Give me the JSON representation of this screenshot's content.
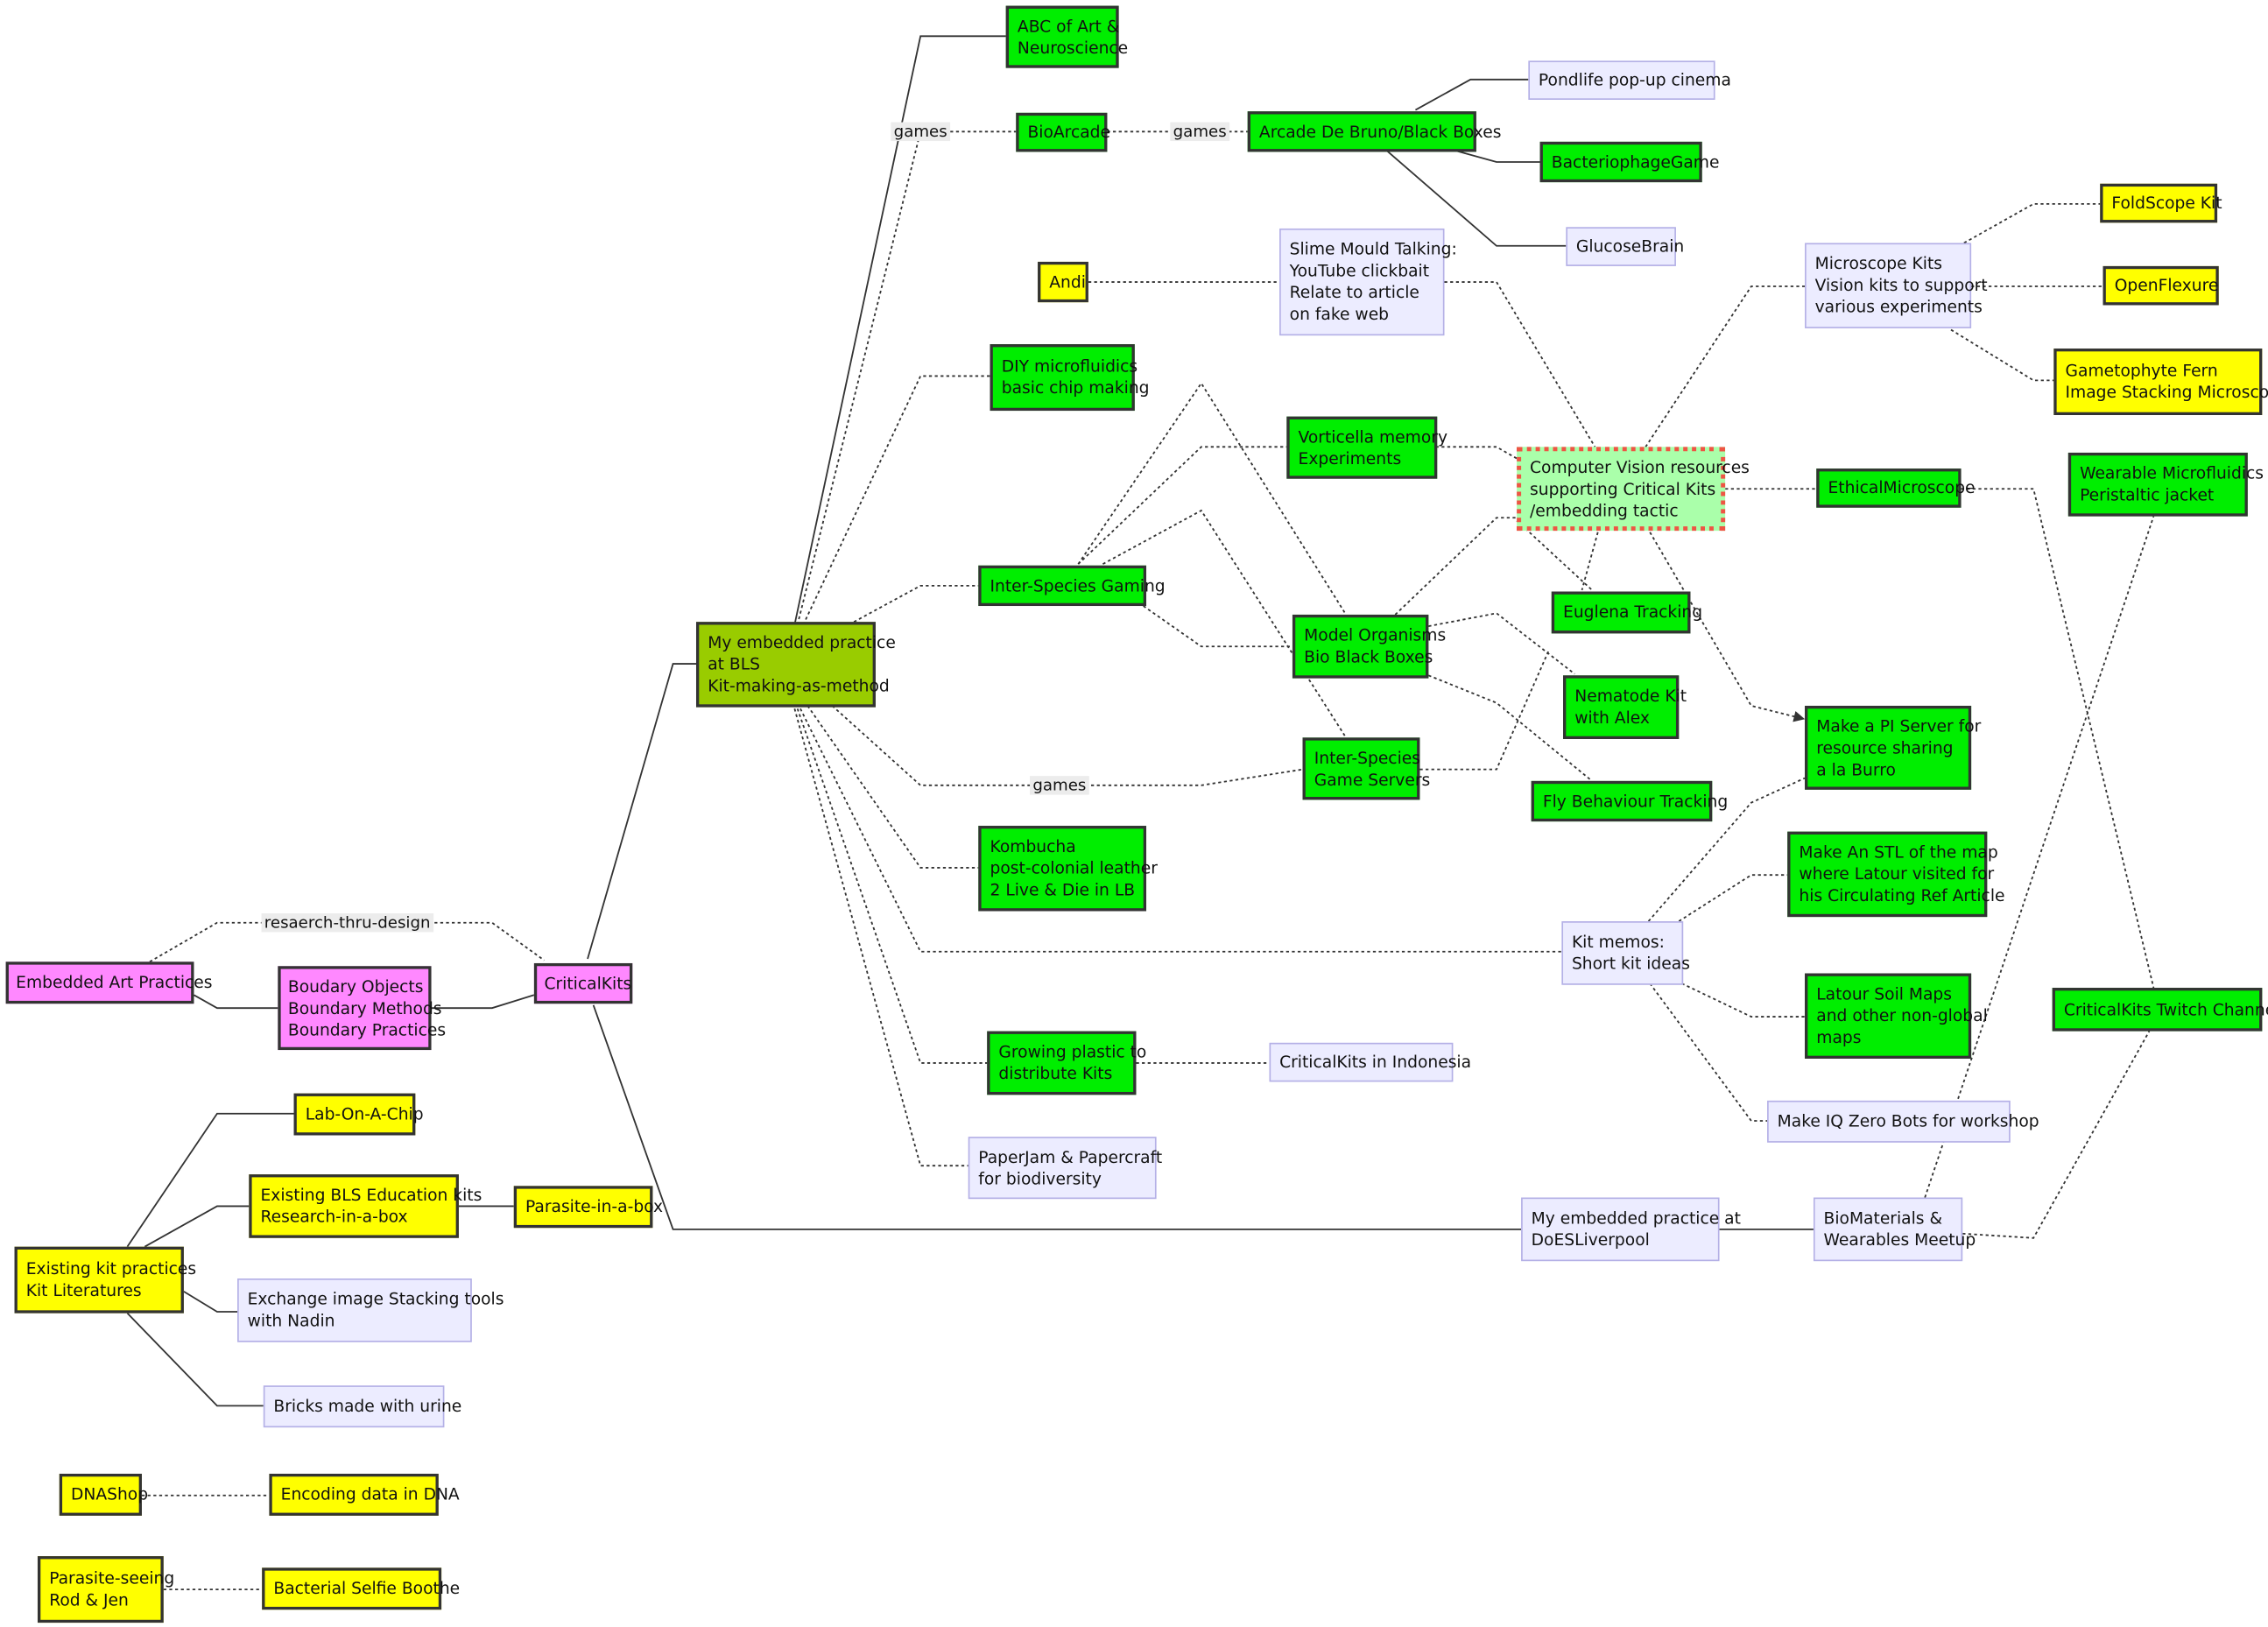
{
  "nodes": [
    {
      "id": "embedded-art",
      "label": "Embedded Art Practices",
      "style": "pink"
    },
    {
      "id": "boundary",
      "label": "Boudary Objects\nBoundary Methods\nBoundary Practices",
      "style": "pink"
    },
    {
      "id": "criticalkits",
      "label": "CriticalKits",
      "style": "pink"
    },
    {
      "id": "bls",
      "label": "My embedded practice\nat BLS\nKit-making-as-method",
      "style": "olive"
    },
    {
      "id": "abc",
      "label": "ABC of Art &\nNeuroscience",
      "style": "green"
    },
    {
      "id": "bioarcade",
      "label": "BioArcade",
      "style": "green"
    },
    {
      "id": "arcade",
      "label": "Arcade De Bruno/Black Boxes",
      "style": "green"
    },
    {
      "id": "pondlife",
      "label": "Pondlife pop-up cinema",
      "style": "lav"
    },
    {
      "id": "bacteriophage",
      "label": "BacteriophageGame",
      "style": "green"
    },
    {
      "id": "glucose",
      "label": "GlucoseBrain",
      "style": "lav"
    },
    {
      "id": "andi",
      "label": "Andi",
      "style": "yellow"
    },
    {
      "id": "slime",
      "label": "Slime Mould Talking:\nYouTube clickbait\nRelate to article\non fake web",
      "style": "lav"
    },
    {
      "id": "diy",
      "label": "DIY microfluidics\nbasic chip making",
      "style": "green"
    },
    {
      "id": "vorticella",
      "label": "Vorticella memory\nExperiments",
      "style": "green"
    },
    {
      "id": "cv",
      "label": "Computer Vision resources\nsupporting Critical Kits\n/embedding tactic",
      "style": "focus"
    },
    {
      "id": "microscope",
      "label": "Microscope Kits\nVision kits to support\nvarious experiments",
      "style": "lav"
    },
    {
      "id": "foldscope",
      "label": "FoldScope Kit",
      "style": "yellow"
    },
    {
      "id": "openflexure",
      "label": "OpenFlexure",
      "style": "yellow"
    },
    {
      "id": "fern",
      "label": "Gametophyte Fern\nImage Stacking Microscope",
      "style": "yellow"
    },
    {
      "id": "ethical",
      "label": "EthicalMicroscope",
      "style": "green"
    },
    {
      "id": "wearable",
      "label": "Wearable Microfluidics\nPeristaltic jacket",
      "style": "green"
    },
    {
      "id": "isgaming",
      "label": "Inter-Species Gaming",
      "style": "green"
    },
    {
      "id": "model",
      "label": "Model Organisms\nBio Black Boxes",
      "style": "green"
    },
    {
      "id": "euglena",
      "label": "Euglena Tracking",
      "style": "green"
    },
    {
      "id": "nematode",
      "label": "Nematode Kit\nwith Alex",
      "style": "green"
    },
    {
      "id": "isservers",
      "label": "Inter-Species\nGame Servers",
      "style": "green"
    },
    {
      "id": "fly",
      "label": "Fly Behaviour Tracking",
      "style": "green"
    },
    {
      "id": "piserver",
      "label": "Make a PI Server for\nresource sharing\na la Burro",
      "style": "green"
    },
    {
      "id": "kombucha",
      "label": "Kombucha\npost-colonial leather\n2 Live & Die in LB",
      "style": "green"
    },
    {
      "id": "stl",
      "label": "Make An STL of the map\nwhere Latour visited for\nhis Circulating Ref Article",
      "style": "green"
    },
    {
      "id": "memos",
      "label": "Kit memos:\nShort kit ideas",
      "style": "lav"
    },
    {
      "id": "latour",
      "label": "Latour Soil Maps\nand other non-global\nmaps",
      "style": "green"
    },
    {
      "id": "twitch",
      "label": "CriticalKits Twitch Channel",
      "style": "green"
    },
    {
      "id": "plastic",
      "label": "Growing plastic to\ndistribute Kits",
      "style": "green"
    },
    {
      "id": "indonesia",
      "label": "CriticalKits in Indonesia",
      "style": "lav"
    },
    {
      "id": "iqbots",
      "label": "Make IQ Zero Bots for workshop",
      "style": "lav"
    },
    {
      "id": "labchip",
      "label": "Lab-On-A-Chip",
      "style": "yellow"
    },
    {
      "id": "blsedu",
      "label": "Existing BLS Education kits\nResearch-in-a-box",
      "style": "yellow"
    },
    {
      "id": "parasite",
      "label": "Parasite-in-a-box",
      "style": "yellow"
    },
    {
      "id": "paperjam",
      "label": "PaperJam & Papercraft\nfor biodiversity",
      "style": "lav"
    },
    {
      "id": "existing",
      "label": "Existing kit practices\nKit Literatures",
      "style": "yellow"
    },
    {
      "id": "exchange",
      "label": "Exchange image Stacking tools\nwith Nadin",
      "style": "lav"
    },
    {
      "id": "doesl",
      "label": "My embedded practice at\nDoESLiverpool",
      "style": "lav"
    },
    {
      "id": "biomat",
      "label": "BioMaterials &\nWearables Meetup",
      "style": "lav"
    },
    {
      "id": "bricks",
      "label": "Bricks made with urine",
      "style": "lav"
    },
    {
      "id": "dnashop",
      "label": "DNAShop",
      "style": "yellow"
    },
    {
      "id": "encoding",
      "label": "Encoding data in DNA",
      "style": "yellow"
    },
    {
      "id": "parasiteseeing",
      "label": "Parasite-seeing\nRod & Jen",
      "style": "yellow"
    },
    {
      "id": "selfie",
      "label": "Bacterial Selfie Boothe",
      "style": "yellow"
    }
  ],
  "edge_labels": [
    {
      "id": "games-1",
      "text": "games"
    },
    {
      "id": "games-2",
      "text": "games"
    },
    {
      "id": "games-3",
      "text": "games"
    },
    {
      "id": "rtd",
      "text": "resaerch-thru-design"
    }
  ],
  "colors": {
    "green": "#00ee00",
    "yellow": "#ffff00",
    "pink": "#ff88ff",
    "olive": "#99cc00",
    "lavender": "#ececff",
    "focus": "#aaffaa",
    "focus_border": "#ee5544"
  }
}
